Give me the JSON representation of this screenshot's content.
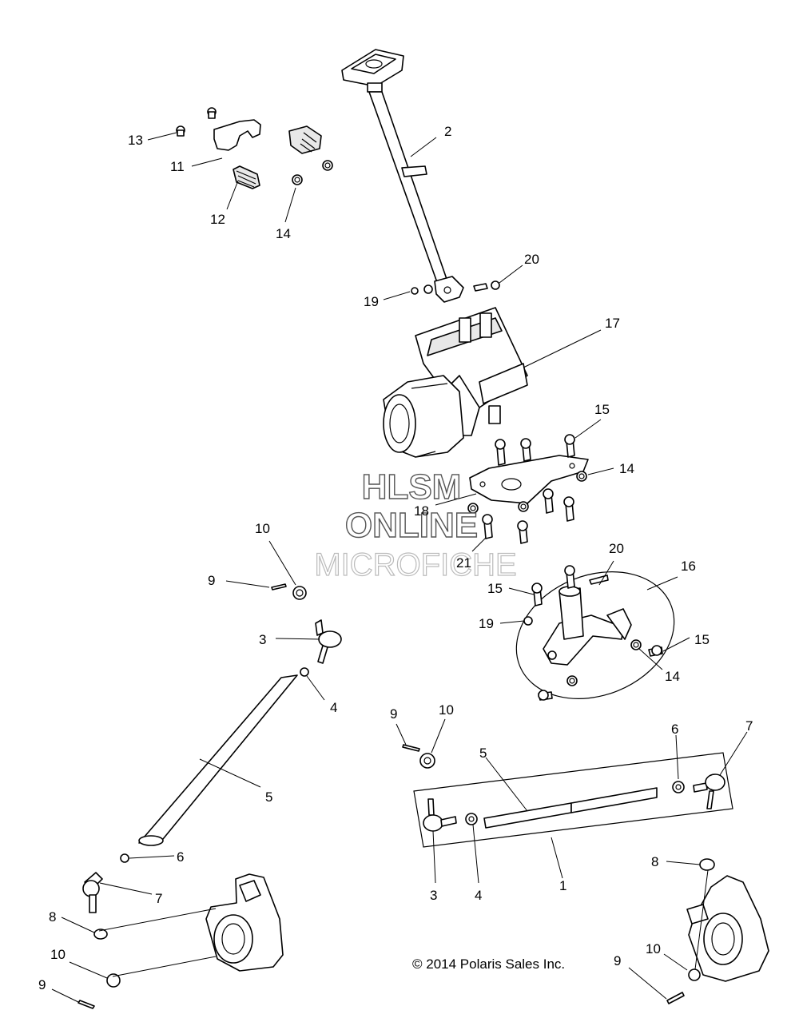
{
  "watermark": {
    "line1": "HLSM",
    "line2": "ONLINE",
    "line3": "MICROFICHE"
  },
  "copyright": "© 2014 Polaris Sales Inc.",
  "callouts": {
    "c2": "2",
    "c13": "13",
    "c11": "11",
    "c12": "12",
    "c14a": "14",
    "c20a": "20",
    "c19a": "19",
    "c17": "17",
    "c15a": "15",
    "c14b": "14",
    "c18": "18",
    "c21": "21",
    "c10a": "10",
    "c9a": "9",
    "c20b": "20",
    "c16": "16",
    "c15b": "15",
    "c19b": "19",
    "c15c": "15",
    "c14c": "14",
    "c3a": "3",
    "c4a": "4",
    "c5a": "5",
    "c6a": "6",
    "c7a": "7",
    "c8a": "8",
    "c10b": "10",
    "c9b": "9",
    "c9c": "9",
    "c10c": "10",
    "c5b": "5",
    "c6b": "6",
    "c7b": "7",
    "c3b": "3",
    "c4b": "4",
    "c1": "1",
    "c8b": "8",
    "c10d": "10",
    "c9d": "9"
  }
}
